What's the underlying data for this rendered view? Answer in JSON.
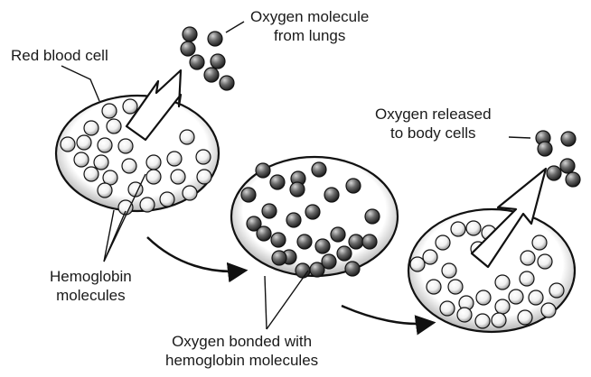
{
  "labels": {
    "red_blood_cell": "Red blood cell",
    "oxygen_from_lungs": [
      "Oxygen molecule",
      "from lungs"
    ],
    "oxygen_released": [
      "Oxygen released",
      "to body cells"
    ],
    "hemoglobin": [
      "Hemoglobin",
      "molecules"
    ],
    "oxygen_bonded": [
      "Oxygen bonded with",
      "hemoglobin molecules"
    ]
  },
  "colors": {
    "outline": "#111111",
    "cell_fill": "#ffffff",
    "cell_shade": "#b5b5b5",
    "hemoglobin_light": "#ffffff",
    "hemoglobin_shade": "#8c8c8c",
    "oxygen_light": "#c9c9c9",
    "oxygen_dark": "#1e1e1e"
  },
  "icons": [
    "hemoglobin-molecule-icon",
    "oxygen-molecule-icon",
    "oxygen-bonded-molecule-icon"
  ]
}
